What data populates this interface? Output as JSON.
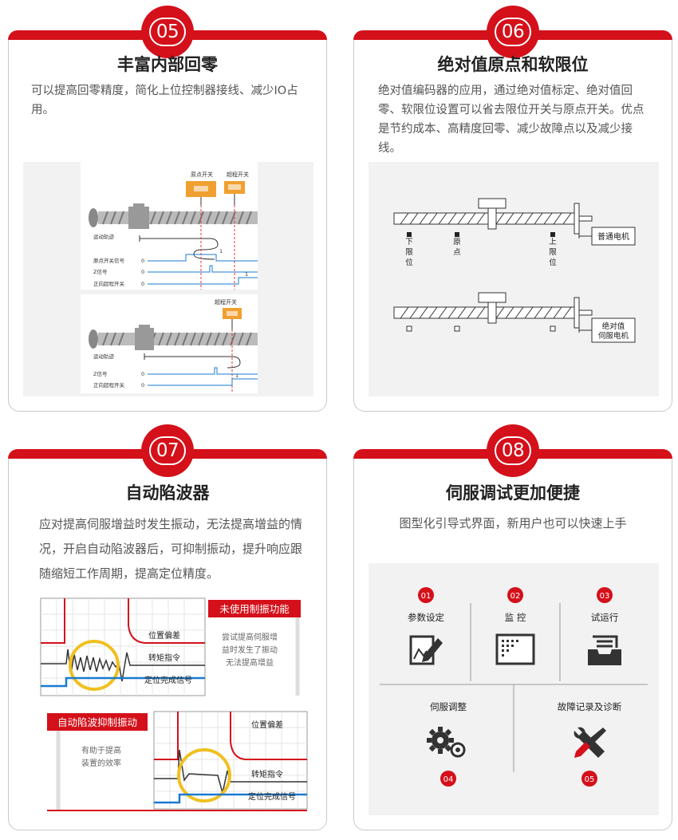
{
  "cards": [
    {
      "badge": "05",
      "title": "丰富内部回零",
      "desc": "可以提高回零精度，简化上位控制器接线、减少IO占用。",
      "diagram": {
        "top": {
          "origin_switch": "原点开关",
          "overtravel_switch": "超程开关",
          "motion_track": "运动轨迹",
          "sig_origin": "原点开关信号",
          "sig_z": "Z信号",
          "sig_pos_limit": "正向超程开关",
          "zero": "0",
          "one": "1"
        },
        "bottom": {
          "overtravel_switch": "超程开关",
          "motion_track": "运动轨迹",
          "sig_z": "Z信号",
          "sig_pos_limit": "正向超程开关",
          "zero": "0",
          "one": "1"
        }
      }
    },
    {
      "badge": "06",
      "title": "绝对值原点和软限位",
      "desc": "绝对值编码器的应用，通过绝对值标定、绝对值回零、软限位设置可以省去限位开关与原点开关。优点是节约成本、高精度回零、减少故障点以及减少接线。",
      "diagram": {
        "lower_limit": [
          "下",
          "限",
          "位"
        ],
        "origin": [
          "原",
          "点"
        ],
        "upper_limit": [
          "上",
          "限",
          "位"
        ],
        "motor1": "普通电机",
        "motor2_l1": "绝对值",
        "motor2_l2": "伺服电机"
      }
    },
    {
      "badge": "07",
      "title": "自动陷波器",
      "desc": "应对提高伺服增益时发生振动，无法提高增益的情况，开启自动陷波器后，可抑制振动，提升响应跟随缩短工作周期，提高定位精度。",
      "diagram": {
        "tag_off": "未使用制振功能",
        "note_off": [
          "尝试提高伺服增",
          "益时发生了振动",
          "无法提高增益"
        ],
        "tag_on": "自动陷波抑制振动",
        "note_on": [
          "有助于提高",
          "装置的效率"
        ],
        "pos_dev": "位置偏差",
        "torque": "转矩指令",
        "pos_done": "定位完成信号"
      }
    },
    {
      "badge": "08",
      "title": "伺服调试更加便捷",
      "desc": "图型化引导式界面，新用户也可以快速上手",
      "menu": [
        {
          "num": "01",
          "label": "参数设定",
          "icon": "edit-icon"
        },
        {
          "num": "02",
          "label": "监 控",
          "icon": "monitor-icon"
        },
        {
          "num": "03",
          "label": "试运行",
          "icon": "tray-icon"
        },
        {
          "num": "04",
          "label": "伺服调整",
          "icon": "gears-icon"
        },
        {
          "num": "05",
          "label": "故障记录及诊断",
          "icon": "tools-icon"
        }
      ]
    }
  ],
  "colors": {
    "accent": "#d4101a",
    "orange": "#f0a030",
    "blue": "#1a7bd0",
    "yellow": "#f0c020"
  }
}
